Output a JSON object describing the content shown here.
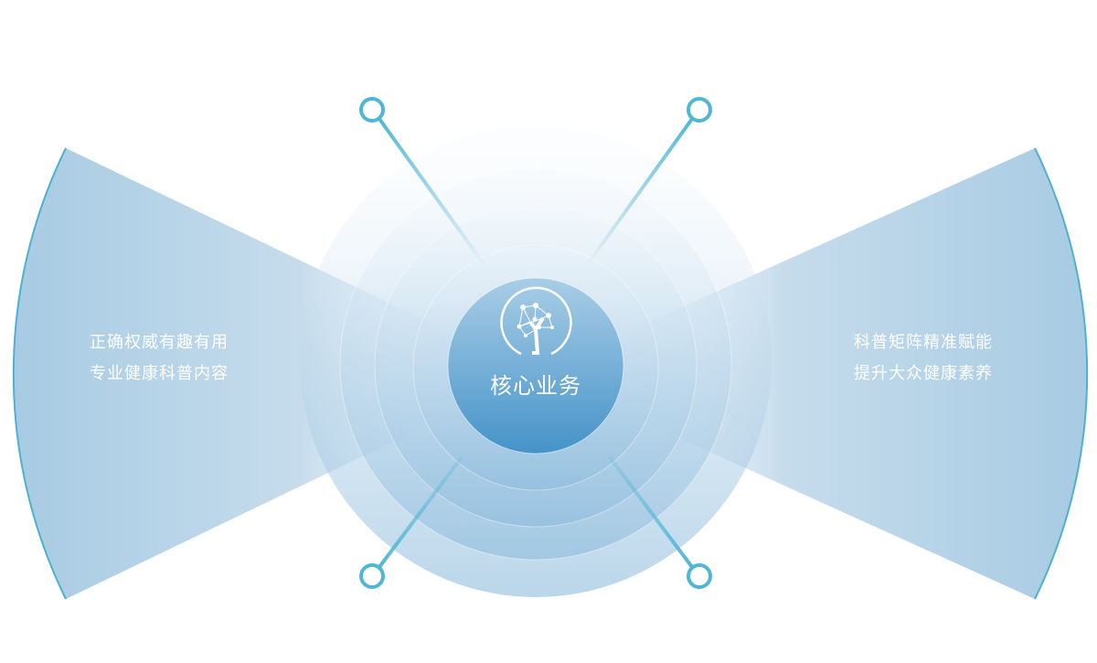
{
  "center": {
    "title": "核心业务",
    "icon": "tree-network-icon"
  },
  "left_panel": {
    "lines": [
      "正确权威有趣有用",
      "专业健康科普内容"
    ]
  },
  "right_panel": {
    "lines": [
      "科普矩阵精准赋能",
      "提升大众健康素养"
    ]
  },
  "colors": {
    "accent": "#4fb6d3",
    "fan": "#a9cde4",
    "core": "#4a95c8"
  }
}
